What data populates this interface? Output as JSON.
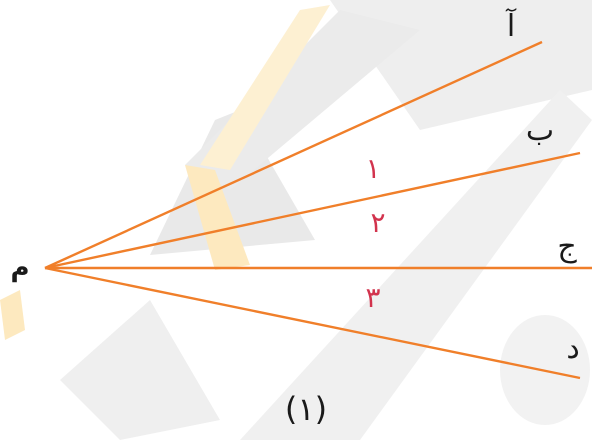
{
  "diagram": {
    "vertex_label": "م",
    "rays": [
      {
        "id": "a",
        "label": "آ"
      },
      {
        "id": "b",
        "label": "ب"
      },
      {
        "id": "c",
        "label": "ج"
      },
      {
        "id": "d",
        "label": "د"
      }
    ],
    "angles": [
      {
        "id": "1",
        "label": "۱"
      },
      {
        "id": "2",
        "label": "۲"
      },
      {
        "id": "3",
        "label": "۳"
      }
    ],
    "figure_caption": "(۱)"
  },
  "colors": {
    "ray": "#f07f2a",
    "angle_label": "#d2334d",
    "text": "#1a1a1a",
    "watermark": "#e6e6e6",
    "watermark_accent": "#fde6b0"
  }
}
